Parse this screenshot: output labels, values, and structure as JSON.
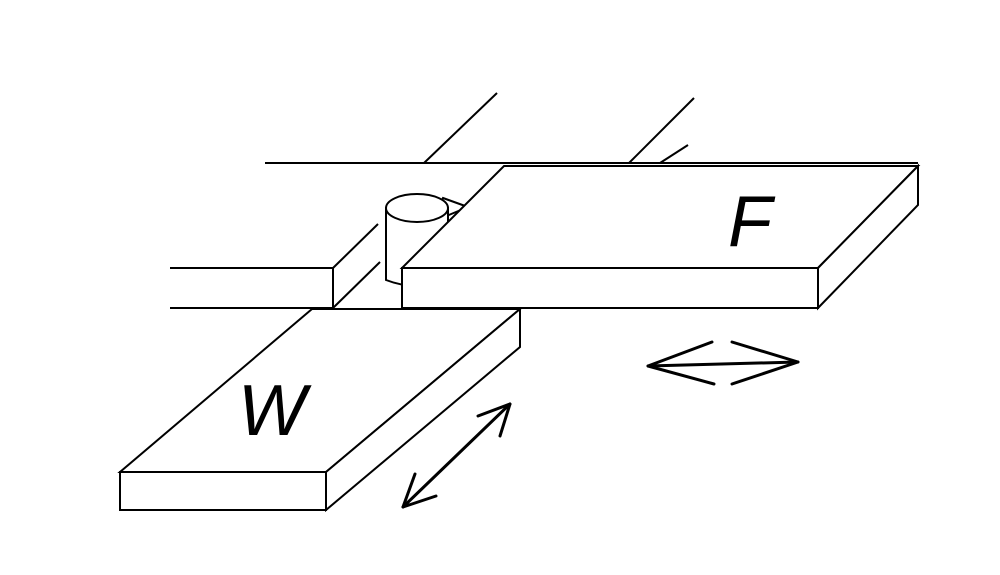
{
  "labels": {
    "fixed_plate": "F",
    "workpiece_plate": "W"
  },
  "icons": {
    "horizontal_motion": "double-headed-arrow-horizontal",
    "diagonal_motion": "double-headed-arrow-diagonal"
  },
  "colors": {
    "stroke": "#000000",
    "background": "#ffffff"
  }
}
